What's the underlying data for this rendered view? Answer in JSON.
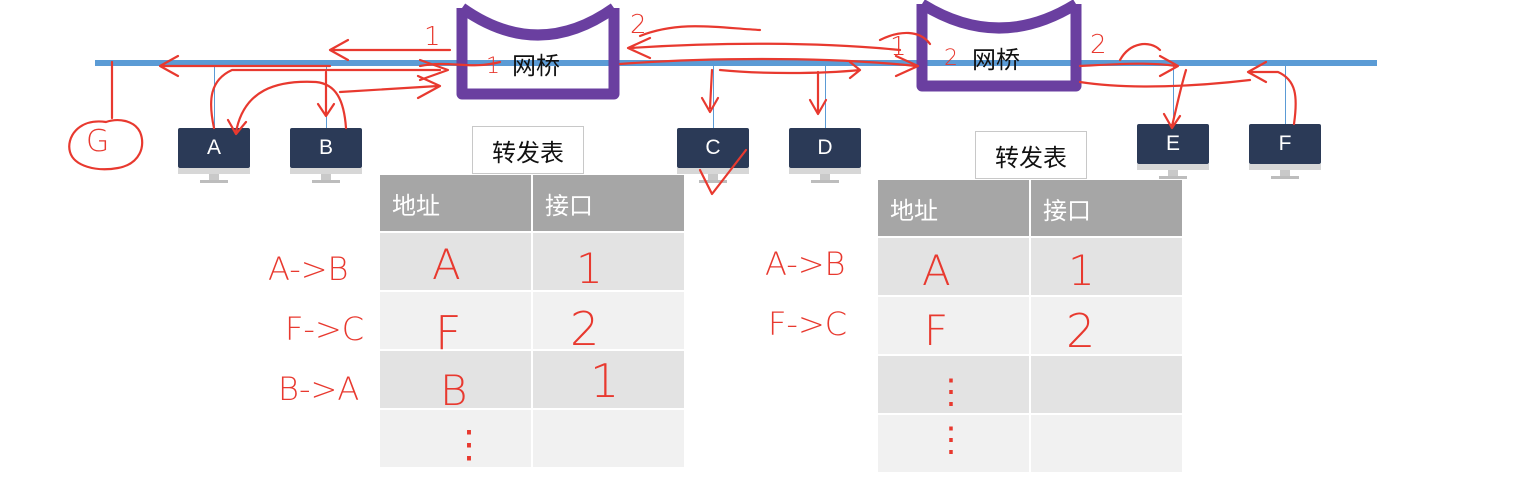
{
  "bridges": [
    {
      "label": "网桥"
    },
    {
      "label": "网桥"
    }
  ],
  "computers": [
    {
      "label": "A"
    },
    {
      "label": "B"
    },
    {
      "label": "C"
    },
    {
      "label": "D"
    },
    {
      "label": "E"
    },
    {
      "label": "F"
    }
  ],
  "tables": [
    {
      "title": "转发表",
      "headers": [
        "地址",
        "接口"
      ],
      "rows": [
        {
          "address": "A",
          "port": "1",
          "note": "A->B"
        },
        {
          "address": "F",
          "port": "2",
          "note": "F->C"
        },
        {
          "address": "B",
          "port": "1",
          "note": "B->A"
        },
        {
          "address": "⋮",
          "port": "",
          "note": ""
        }
      ]
    },
    {
      "title": "转发表",
      "headers": [
        "地址",
        "接口"
      ],
      "rows": [
        {
          "address": "A",
          "port": "1",
          "note": "A->B"
        },
        {
          "address": "F",
          "port": "2",
          "note": "F->C"
        },
        {
          "address": "⋮",
          "port": "",
          "note": ""
        },
        {
          "address": "⋮",
          "port": "",
          "note": ""
        }
      ]
    }
  ],
  "handwriting": {
    "host_g": "G",
    "port_1": "1",
    "port_2": "2",
    "bridge1_tag": "1",
    "bridge2_tag": "2"
  },
  "colors": {
    "bus": "#5b9bd5",
    "bridge": "#6a3fa0",
    "computer": "#2b3a57",
    "table_header": "#a6a6a6",
    "ink": "#e8392f"
  }
}
